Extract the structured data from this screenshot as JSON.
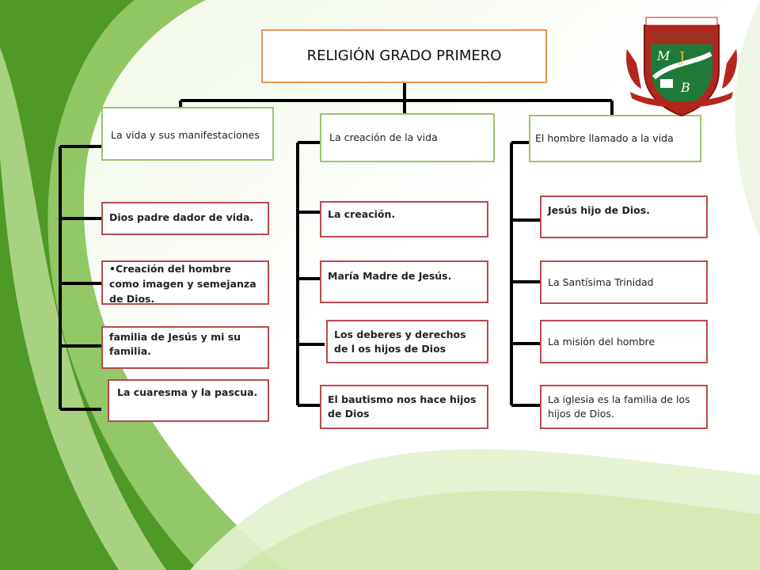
{
  "title": "RELIGIÓN GRADO PRIMERO",
  "columns": [
    {
      "header": "La vida y sus manifestaciones",
      "items": [
        "Dios padre dador de vida.",
        "•Creación del hombre como imagen y semejanza de Dios.",
        "familia de Jesús y mi su familia.",
        "La cuaresma y la pascua."
      ]
    },
    {
      "header": "La creación de la vida",
      "items": [
        "La creación.",
        "María  Madre de Jesús.",
        "Los deberes y derechos  de l os hijos de Dios",
        "El bautismo nos hace hijos de Dios"
      ]
    },
    {
      "header": "El hombre llamado a la vida",
      "items": [
        "Jesús  hijo de Dios.",
        "La Santísima Trinidad",
        "La misión del hombre",
        "La iglesia es la familia de los hijos de Dios."
      ]
    }
  ],
  "logo": {
    "letters": "MJB",
    "colors": {
      "red": "#b3261e",
      "green": "#1f7a3a"
    }
  }
}
